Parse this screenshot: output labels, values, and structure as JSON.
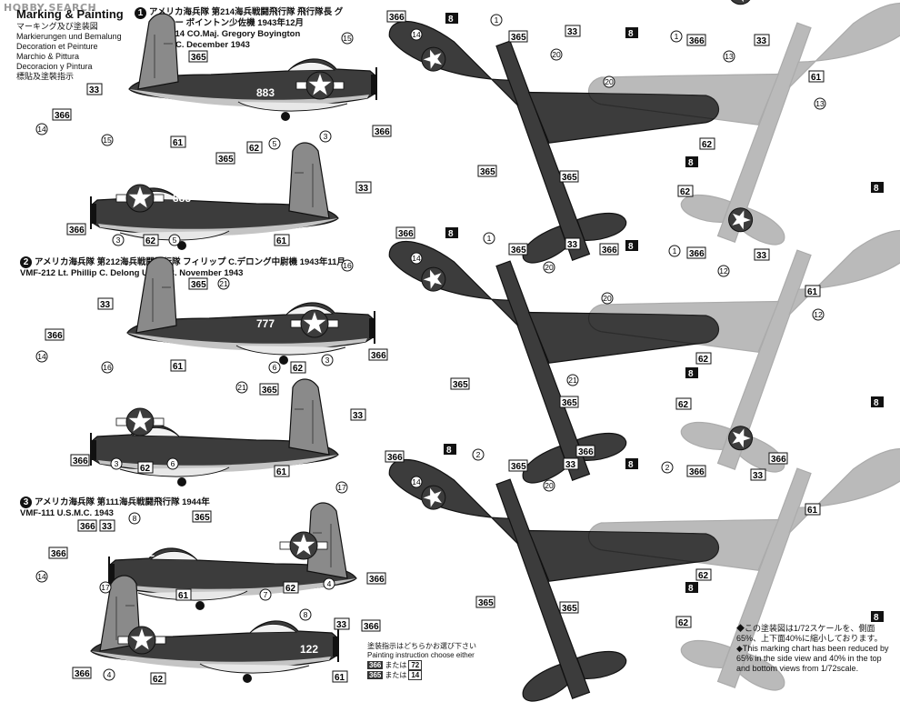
{
  "watermark": "HOBBY SEARCH",
  "header": {
    "title": "Marking & Painting",
    "languages": [
      "マーキング及び塗装図",
      "Markierungen und Bemalung",
      "Decoration et Peinture",
      "Marchio & Pittura",
      "Decoracion y Pintura",
      "標貼及塗裝指示"
    ]
  },
  "schemes": [
    {
      "num": "1",
      "jp": "アメリカ海兵隊 第214海兵戦闘飛行隊 飛行隊長 グレゴリー ボイントン少佐機 1943年12月",
      "en": "VMF-214 CO.Maj. Gregory Boyington U.S.M.C. December 1943",
      "code": "883"
    },
    {
      "num": "2",
      "jp": "アメリカ海兵隊 第212海兵戦闘飛行隊 フィリップ C.デロング中尉機 1943年11月",
      "en": "VMF-212 Lt. Phillip C. Delong U.S.M.C. November 1943",
      "code": "777"
    },
    {
      "num": "3",
      "jp": "アメリカ海兵隊 第111海兵戦闘飛行隊 1944年",
      "en": "VMF-111 U.S.M.C. 1943",
      "code": "122"
    }
  ],
  "callouts": {
    "c365": "365",
    "c366": "366",
    "c61": "61",
    "c62": "62",
    "c33": "33",
    "c1": "1",
    "c2": "2",
    "c3": "3",
    "c4": "4",
    "c5": "5",
    "c6": "6",
    "c7": "7",
    "c8": "8",
    "c12": "12",
    "c13": "13",
    "c14": "14",
    "c15": "15",
    "c16": "16",
    "c17": "17",
    "c20": "20",
    "c21": "21"
  },
  "painting_note": {
    "jp": "塗装指示はどちらかお選び下さい",
    "en": "Painting instruction choose either",
    "rows": [
      {
        "a": "366",
        "mid": "または",
        "b": "72"
      },
      {
        "a": "365",
        "mid": "または",
        "b": "14"
      }
    ]
  },
  "scale_note": {
    "jp": "◆この塗装図は1/72スケールを、側面65%、上下面40%に縮小しております。",
    "en": "◆This marking chart has been reduced by 65% in the side view and 40% in the top and bottom views from 1/72scale."
  },
  "colors": {
    "dark": "#3c3c3c",
    "mid": "#8a8a8a",
    "light": "#c4c4c4",
    "under": "#f2f2f2"
  }
}
